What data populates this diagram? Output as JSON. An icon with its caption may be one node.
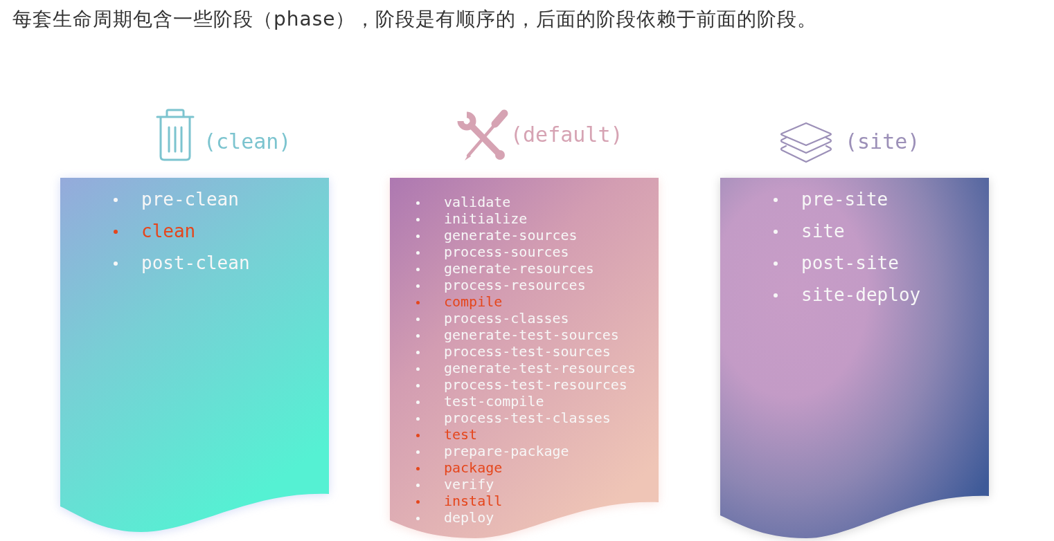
{
  "diagram": {
    "title": "每套生命周期包含一些阶段（phase），阶段是有顺序的，后面的阶段依赖于前面的阶段。",
    "nodes": [
      {
        "text": [
          "(clean)",
          "pre-clean",
          "clean",
          "post-clean"
        ]
      },
      {
        "text": [
          "(default)",
          "validate",
          "initialize",
          "generate-sources",
          "process-sources",
          "generate-resources",
          "process-resources",
          "compile",
          "process-classes",
          "generate-test-sources",
          "process-test-sources",
          "generate-test-resources",
          "process-test-resources",
          "test-compile",
          "process-test-classes",
          "test",
          "prepare-package",
          "package",
          "verify",
          "install",
          "deploy"
        ]
      },
      {
        "text": [
          "(site)",
          "pre-site",
          "site",
          "post-site",
          "site-deploy"
        ]
      }
    ]
  }
}
